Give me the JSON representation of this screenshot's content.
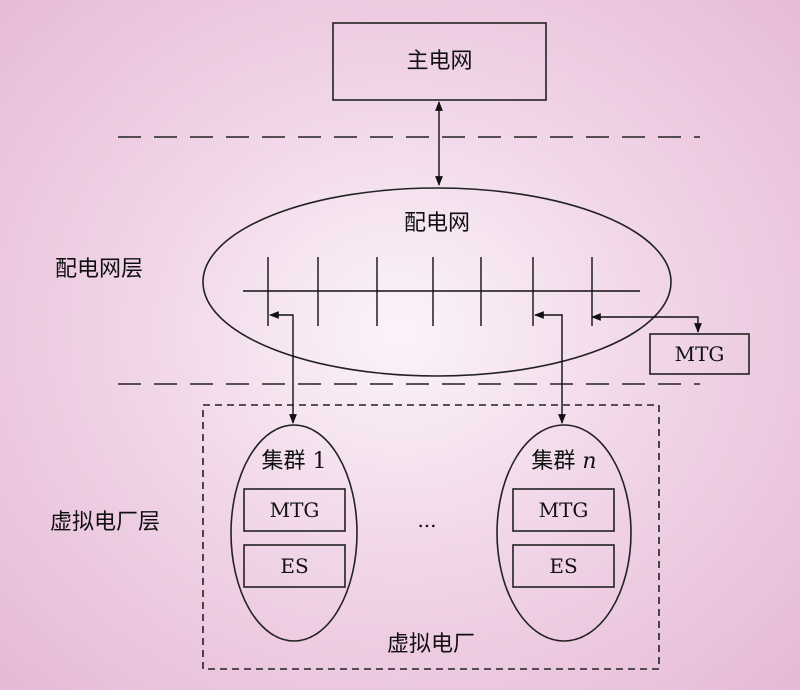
{
  "main_grid": {
    "label": "主电网"
  },
  "distribution_network": {
    "label": "配电网"
  },
  "external_mtg": {
    "label": "MTG"
  },
  "layers": {
    "distribution_layer": "配电网层",
    "vpp_layer": "虚拟电厂层"
  },
  "clusters": [
    {
      "title_prefix": "集群 ",
      "title_index": "1",
      "unit1": "MTG",
      "unit2": "ES"
    },
    {
      "title_prefix": "集群 ",
      "title_index": "n",
      "unit1": "MTG",
      "unit2": "ES"
    }
  ],
  "ellipsis": "...",
  "vpp": {
    "label": "虚拟电厂"
  }
}
